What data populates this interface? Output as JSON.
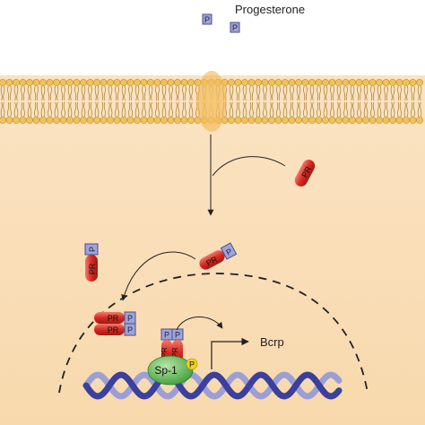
{
  "title": "Progesterone",
  "ligand_label": "P",
  "receptor_label": "PR",
  "tf_label": "Sp-1",
  "phospho_label": "P",
  "gene_label": "Bcrp",
  "colors": {
    "background": "#ffffff",
    "cytoplasm": "#fbe3c3",
    "lipid_head": "#f2c15a",
    "lipid_head_stroke": "#b98a22",
    "lipid_tail": "#a67b2a",
    "ligand_fill": "#9fa4d6",
    "ligand_stroke": "#4a4f8c",
    "receptor": "#d8291f",
    "sp1": "#4fb24a",
    "phospho": "#f3d21a",
    "dna_blue": "#3b3f9e",
    "dna_light": "#9b9fd6",
    "arrow": "#222222"
  }
}
